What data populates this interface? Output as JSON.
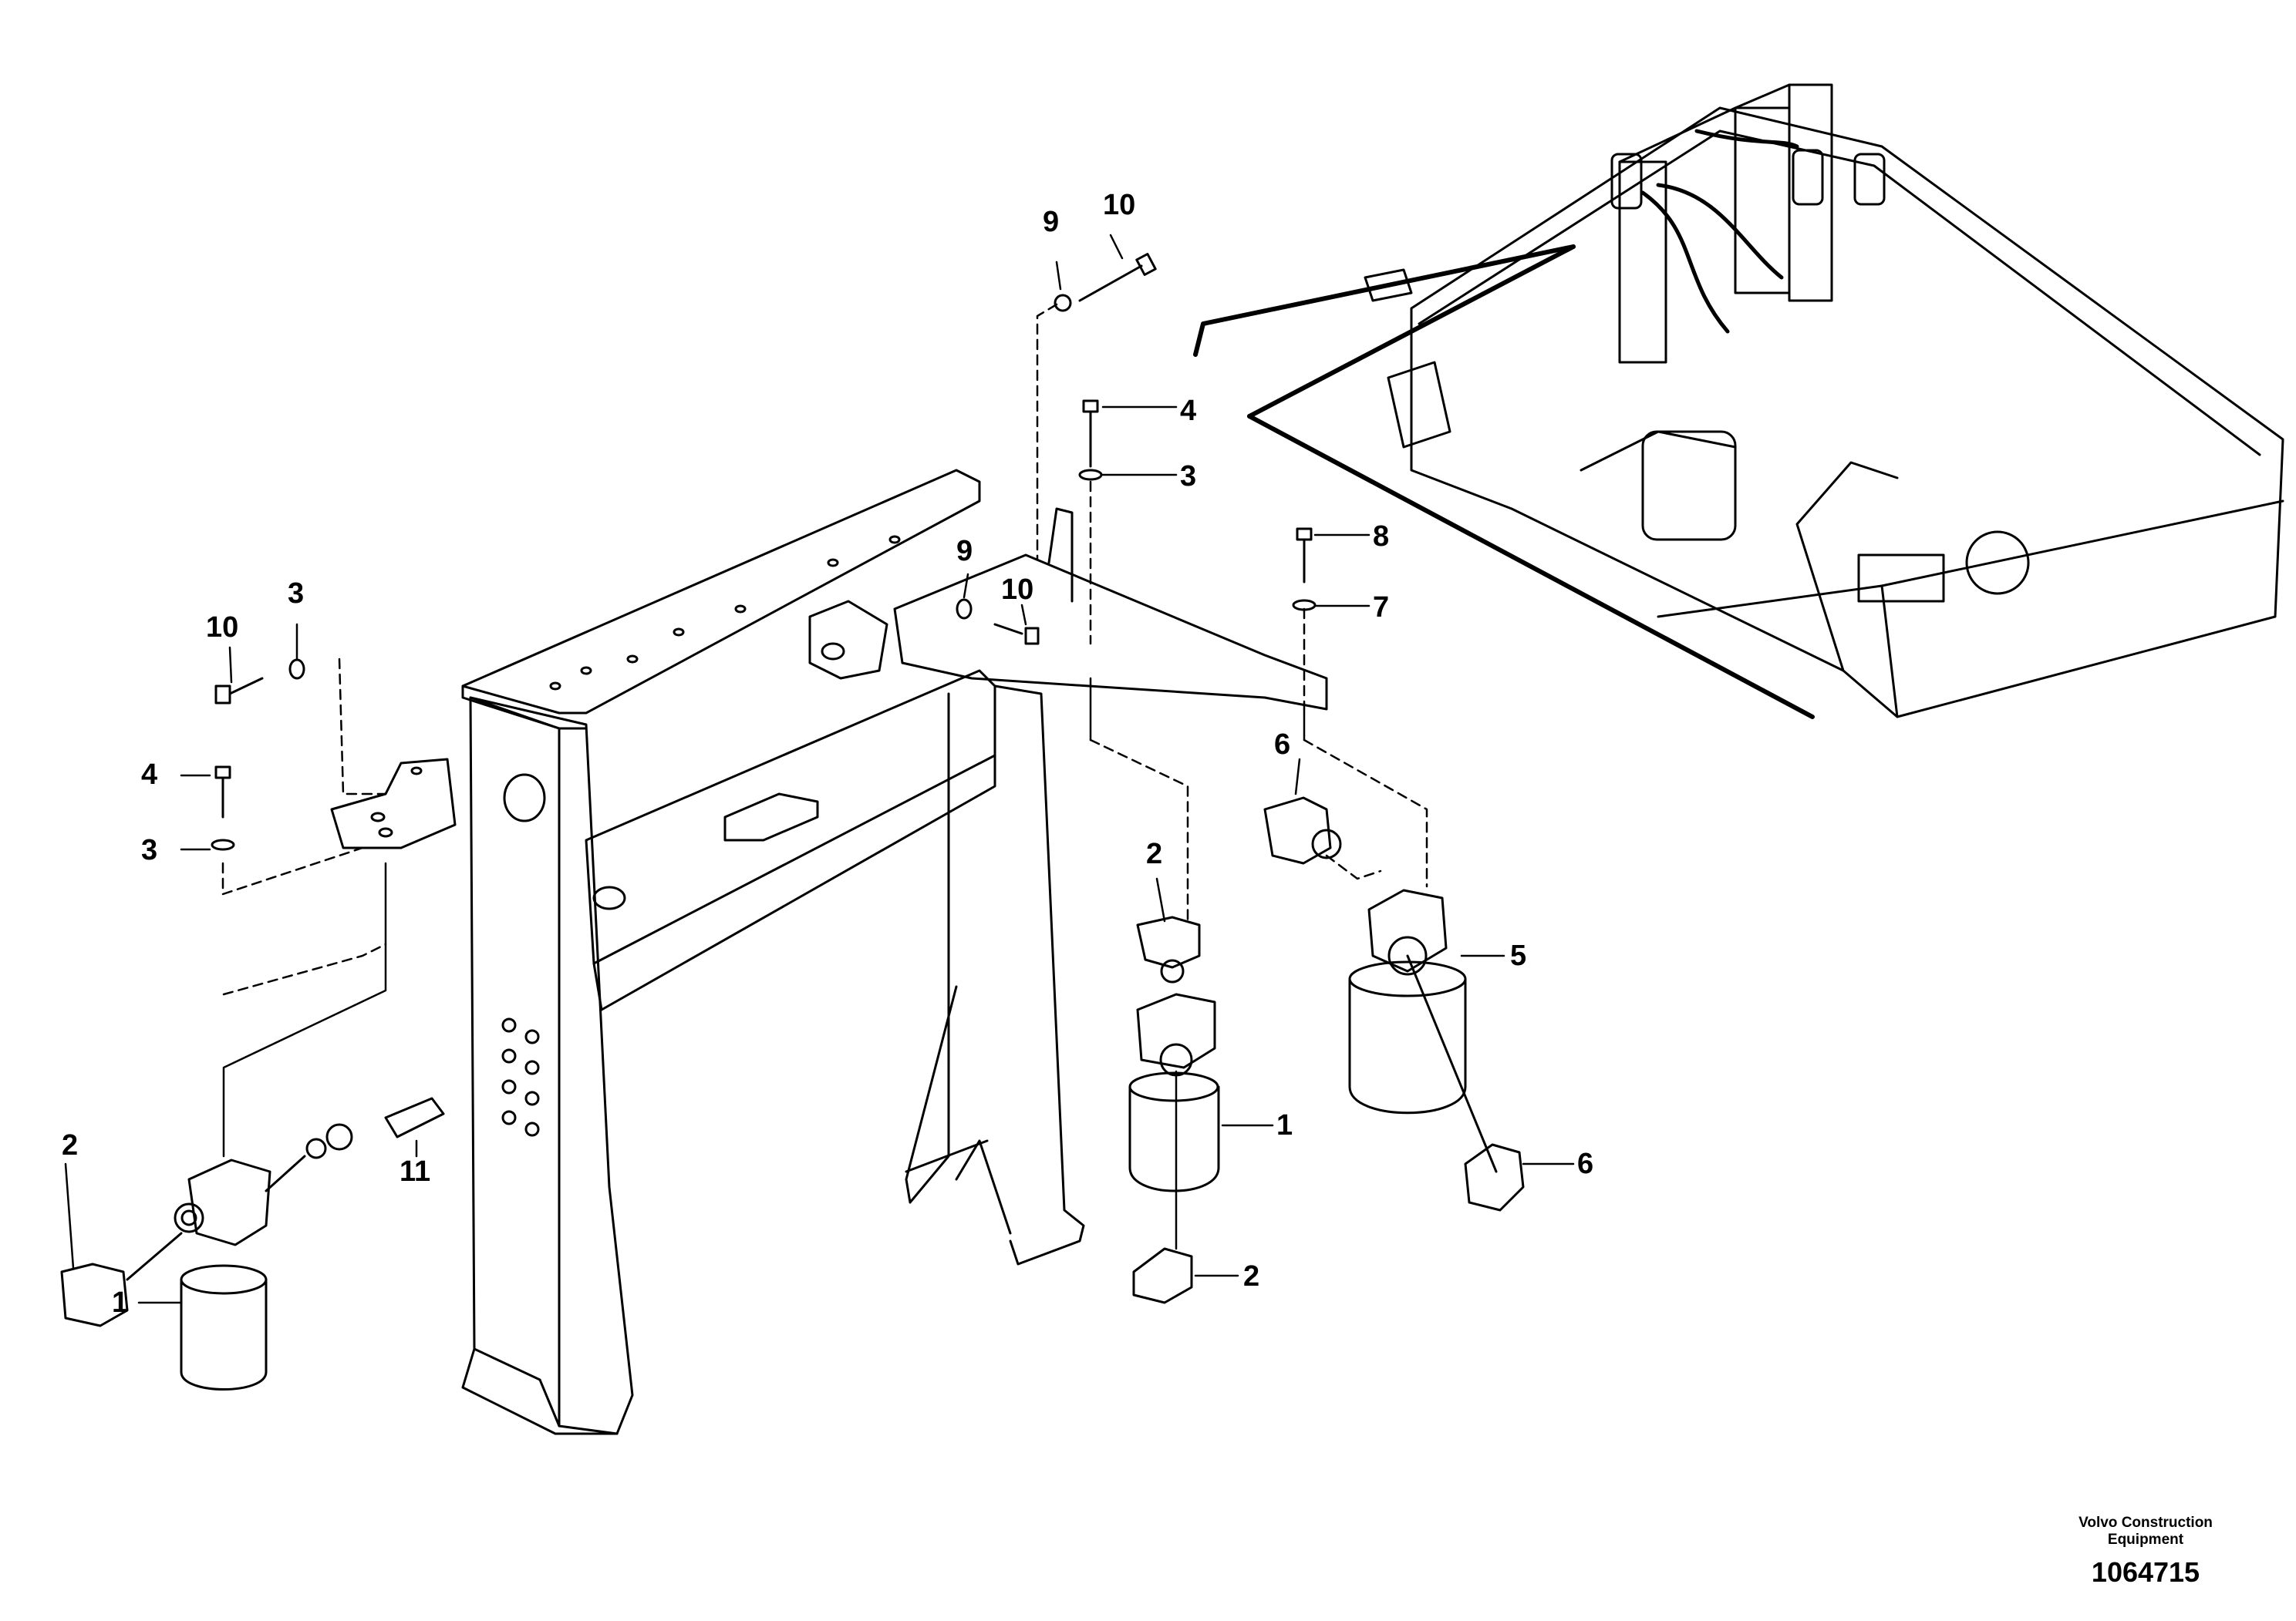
{
  "callouts": {
    "c10_top": "10",
    "c9_top": "9",
    "c4_top": "4",
    "c3_top": "3",
    "c8": "8",
    "c7": "7",
    "c9_mid": "9",
    "c10_mid": "10",
    "c10_left": "10",
    "c3_left_top": "3",
    "c4_left": "4",
    "c3_left_bot": "3",
    "c6_top": "6",
    "c2_mid": "2",
    "c5": "5",
    "c1_mid": "1",
    "c6_bot": "6",
    "c2_bot": "2",
    "c2_left": "2",
    "c11": "11",
    "c1_left": "1"
  },
  "footer": {
    "maker": "Volvo Construction Equipment",
    "doc_number": "1064715"
  }
}
